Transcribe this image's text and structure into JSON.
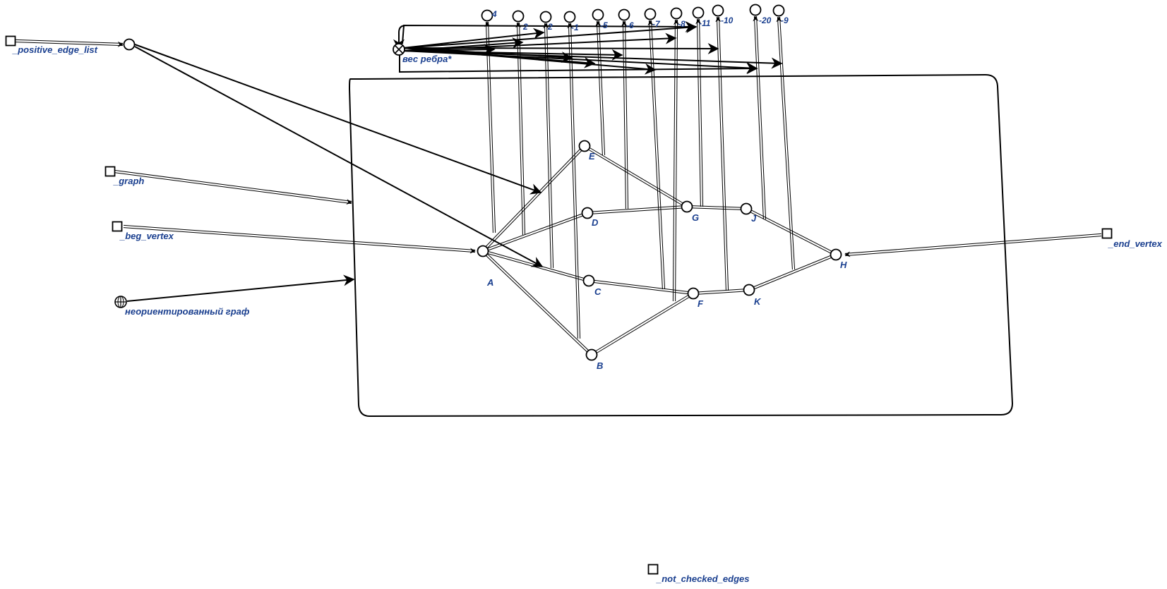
{
  "colors": {
    "label": "#1a3f8f",
    "stroke": "#000000",
    "background": "#ffffff"
  },
  "vertices": {
    "A": "A",
    "B": "B",
    "C": "C",
    "D": "D",
    "E": "E",
    "F": "F",
    "G": "G",
    "H": "H",
    "J": "J",
    "K": "K"
  },
  "variables": {
    "positive_edge_list": "_positive_edge_list",
    "graph": "_graph",
    "beg_vertex": "_beg_vertex",
    "end_vertex": "_end_vertex",
    "not_checked_edges": "_not_checked_edges"
  },
  "class_node_label": "неориентированный граф",
  "relation_node_label": "вес ребра*",
  "weights": [
    "4",
    "2",
    "2",
    "-1",
    "-5",
    "-6",
    "-7",
    "-8",
    "-11",
    "-10",
    "-20",
    "-9"
  ],
  "icons": {
    "variable": "square-node-icon",
    "class": "globe-node-icon",
    "relation": "crossed-circle-icon",
    "node": "circle-node-icon"
  }
}
